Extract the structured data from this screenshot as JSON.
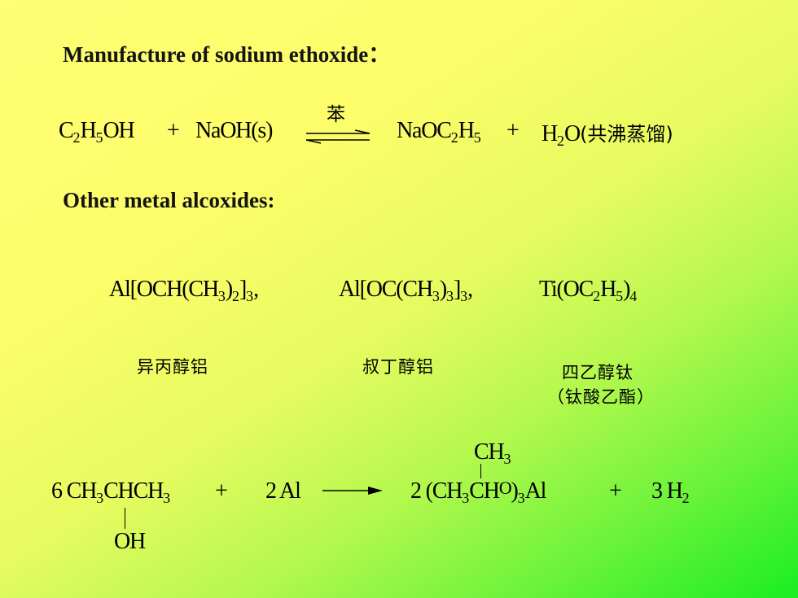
{
  "headings": {
    "manufacture": "Manufacture of sodium ethoxide：",
    "other_alkoxides": "Other metal alcoxides:"
  },
  "reaction1": {
    "reactant1": [
      "C",
      "2",
      "H",
      "5",
      "OH"
    ],
    "plus1": "+",
    "reactant2": "NaOH(s)",
    "catalyst": "苯",
    "product1": [
      "NaOC",
      "2",
      "H",
      "5"
    ],
    "plus2": "+",
    "product2": [
      "H",
      "2",
      "O"
    ],
    "product2_note": "(共沸蒸馏)"
  },
  "alkoxides": [
    {
      "formula": [
        "Al[OCH(CH",
        "3",
        ")",
        "2",
        "]",
        "3",
        ","
      ],
      "name": "异丙醇铝"
    },
    {
      "formula": [
        "Al[OC(CH",
        "3",
        ")",
        "3",
        "]",
        "3",
        ","
      ],
      "name": "叔丁醇铝"
    },
    {
      "formula": [
        "Ti(OC",
        "2",
        "H",
        "5",
        ")",
        "4"
      ],
      "name": "四乙醇钛",
      "alt_name": "（钛酸乙酯）"
    }
  ],
  "reaction2": {
    "coef1": "6",
    "reactant1": [
      "CH",
      "3",
      "CHCH",
      "3"
    ],
    "substituent_oh": "OH",
    "plus1": "+",
    "reactant2": "2 Al",
    "product_prefix": "2 (CH",
    "product_sub1": "3",
    "product_mid": "CH",
    "product_o": "O",
    "product_close": ")",
    "product_sub2": "3",
    "product_metal": "Al",
    "product_ch3": [
      "CH",
      "3"
    ],
    "plus2": "+",
    "product2": [
      "3 H",
      "2"
    ]
  }
}
